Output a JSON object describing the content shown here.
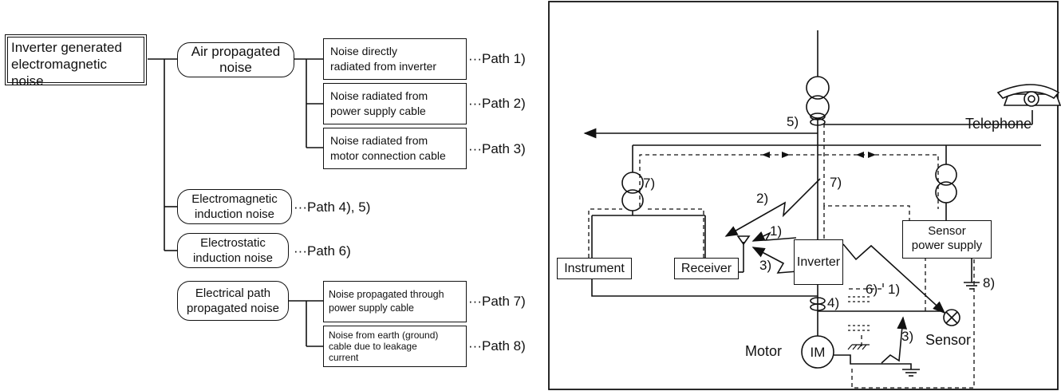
{
  "left_tree": {
    "root": "Inverter generated electromagnetic noise",
    "root_lines": [
      "Inverter generated",
      "electromagnetic",
      "noise"
    ],
    "air": {
      "label_lines": [
        "Air propagated",
        "noise"
      ]
    },
    "air_children": [
      {
        "lines": [
          "Noise directly",
          "radiated from inverter"
        ],
        "path": "···Path 1)"
      },
      {
        "lines": [
          "Noise radiated from",
          "power supply cable"
        ],
        "path": "···Path 2)"
      },
      {
        "lines": [
          "Noise radiated from",
          "motor connection cable"
        ],
        "path": "···Path 3)"
      }
    ],
    "em_induction": {
      "lines": [
        "Electromagnetic",
        "induction noise"
      ],
      "path": "···Path 4), 5)"
    },
    "es_induction": {
      "lines": [
        "Electrostatic",
        "induction noise"
      ],
      "path": "···Path 6)"
    },
    "electrical": {
      "lines": [
        "Electrical path",
        "propagated noise"
      ]
    },
    "electrical_children": [
      {
        "lines": [
          "Noise propagated through",
          "power supply cable"
        ],
        "path": "···Path 7)"
      },
      {
        "lines": [
          "Noise from earth (ground)",
          "cable due to leakage",
          "current"
        ],
        "path": "···Path 8)"
      }
    ]
  },
  "right_diagram": {
    "labels": {
      "telephone": "Telephone",
      "instrument": "Instrument",
      "receiver": "Receiver",
      "inverter": "Inverter",
      "sensor_ps_line1": "Sensor",
      "sensor_ps_line2": "power supply",
      "motor": "Motor",
      "im": "IM",
      "sensor": "Sensor"
    },
    "path_marks": {
      "p1a": "1)",
      "p1b": "1)",
      "p2": "2)",
      "p3a": "3)",
      "p3b": "3)",
      "p4": "4)",
      "p5": "5)",
      "p6": "6)",
      "p7a": "7)",
      "p7b": "7)",
      "p8": "8)"
    }
  }
}
